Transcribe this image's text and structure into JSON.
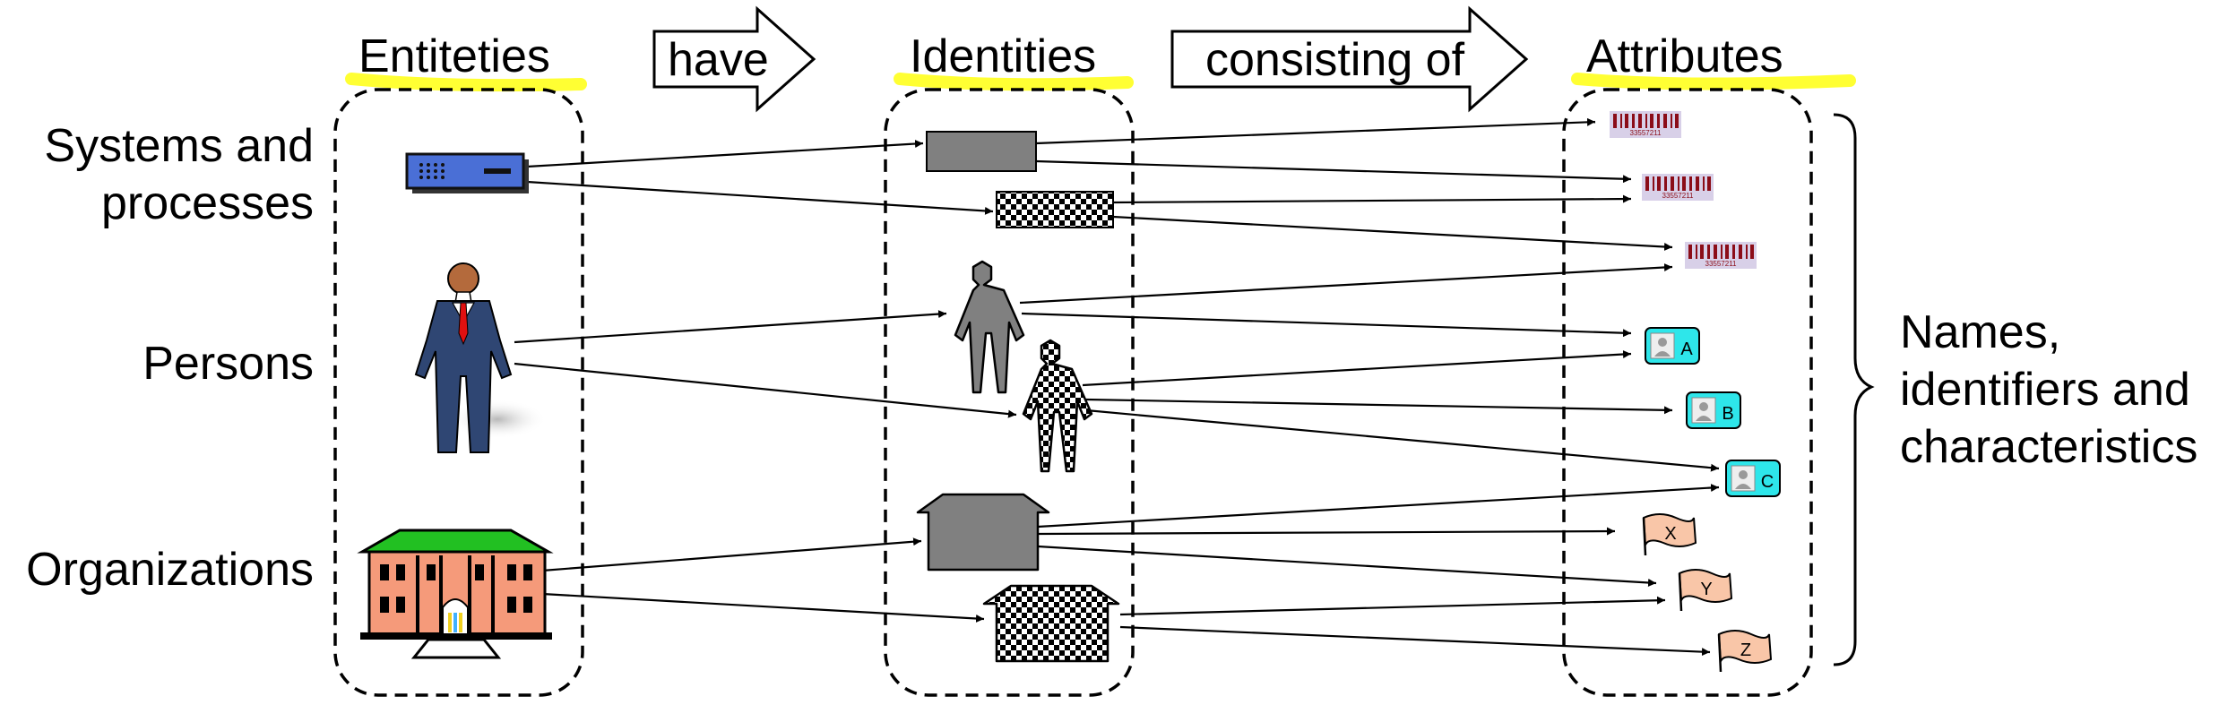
{
  "headers": {
    "entities": "Entiteties",
    "identities": "Identities",
    "attributes": "Attributes"
  },
  "arrows": {
    "have": "have",
    "consisting_of": "consisting of"
  },
  "rows": {
    "systems_line1": "Systems and",
    "systems_line2": "processes",
    "persons": "Persons",
    "organizations": "Organizations"
  },
  "attributes": {
    "barcode_digits": "33557211",
    "person_letters": [
      "A",
      "B",
      "C"
    ],
    "flag_letters": [
      "X",
      "Y",
      "Z"
    ]
  },
  "summary": {
    "line1": "Names,",
    "line2": "identifiers and",
    "line3": "characteristics"
  },
  "colors": {
    "highlight": "#ffff33",
    "identity_gray": "#808080",
    "server_blue": "#4a6fd6",
    "suit_navy": "#2f4673",
    "tie_red": "#e01010",
    "building_salmon": "#f59a7a",
    "roof_green": "#22c022",
    "person_badge_cyan": "#2ee6ea",
    "flag_peach": "#f9c6a8",
    "barcode_red": "#8b0d18",
    "barcode_bg": "#d8d0e8"
  },
  "icons": {
    "server": "server-icon",
    "person": "businessman-icon",
    "building": "building-icon"
  }
}
